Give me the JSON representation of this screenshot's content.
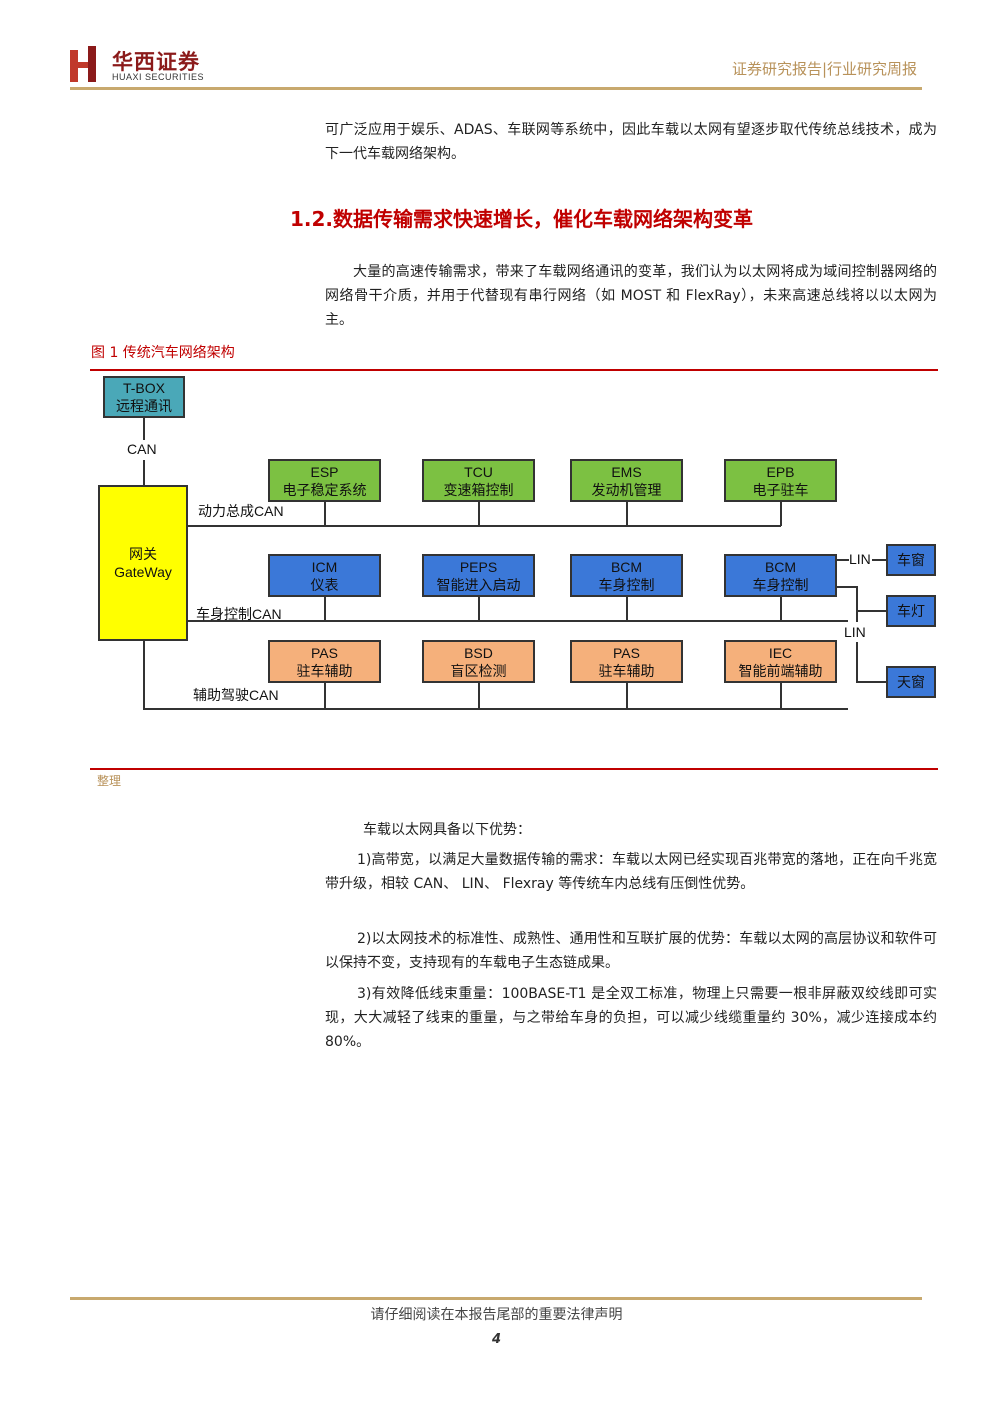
{
  "header": {
    "company_cn": "华西证券",
    "company_en": "HUAXI SECURITIES",
    "report_type": "证券研究报告|行业研究周报"
  },
  "body": {
    "para1": "可广泛应用于娱乐、ADAS、车联网等系统中，因此车载以太网有望逐步取代传统总线技术，成为下一代车载网络架构。",
    "section_title": "1.2.数据传输需求快速增长，催化车载网络架构变革",
    "para2": "大量的高速传输需求，带来了车载网络通讯的变革，我们认为以太网将成为域间控制器网络的网络骨干介质，并用于代替现有串行网络（如 MOST 和 FlexRay），未来高速总线将以以太网为主。",
    "figure_title": "图 1  传统汽车网络架构",
    "source": "整理",
    "para3": "车载以太网具备以下优势：",
    "para4": "1)高带宽，以满足大量数据传输的需求：车载以太网已经实现百兆带宽的落地，正在向千兆宽带升级，相较 CAN、 LIN、 Flexray 等传统车内总线有压倒性优势。",
    "para5": "2)以太网技术的标准性、成熟性、通用性和互联扩展的优势：车载以太网的高层协议和软件可以保持不变，支持现有的车载电子生态链成果。",
    "para6": "3)有效降低线束重量：100BASE-T1 是全双工标准，物理上只需要一根非屏蔽双绞线即可实现，大大减轻了线束的重量，与之带给车身的负担，可以减少线缆重量约 30%，减少连接成本约 80%。"
  },
  "diagram": {
    "tbox": {
      "name": "T-BOX",
      "sub": "远程通讯"
    },
    "can_label": "CAN",
    "gateway": {
      "name": "网关",
      "sub": "GateWay"
    },
    "bus_power": "动力总成CAN",
    "bus_body": "车身控制CAN",
    "bus_adas": "辅助驾驶CAN",
    "power_nodes": [
      {
        "name": "ESP",
        "sub": "电子稳定系统"
      },
      {
        "name": "TCU",
        "sub": "变速箱控制"
      },
      {
        "name": "EMS",
        "sub": "发动机管理"
      },
      {
        "name": "EPB",
        "sub": "电子驻车"
      }
    ],
    "body_nodes": [
      {
        "name": "ICM",
        "sub": "仪表"
      },
      {
        "name": "PEPS",
        "sub": "智能进入启动"
      },
      {
        "name": "BCM",
        "sub": "车身控制"
      },
      {
        "name": "BCM",
        "sub": "车身控制"
      }
    ],
    "adas_nodes": [
      {
        "name": "PAS",
        "sub": "驻车辅助"
      },
      {
        "name": "BSD",
        "sub": "盲区检测"
      },
      {
        "name": "PAS",
        "sub": "驻车辅助"
      },
      {
        "name": "IEC",
        "sub": "智能前端辅助"
      }
    ],
    "lin_label_1": "LIN",
    "lin_label_2": "LIN",
    "lin_nodes": [
      "车窗",
      "车灯",
      "天窗"
    ],
    "colors": {
      "power": "#7cc142",
      "body": "#3b78d8",
      "adas": "#f5b07b",
      "tbox": "#4aa8b8",
      "gateway": "#ffff00"
    }
  },
  "footer": {
    "notice": "请仔细阅读在本报告尾部的重要法律声明",
    "page": "4"
  }
}
